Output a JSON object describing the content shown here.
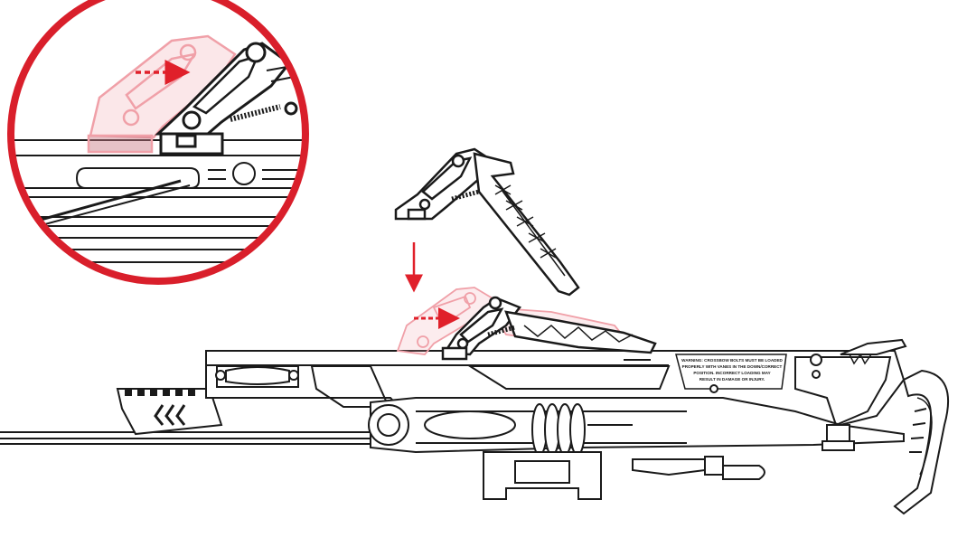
{
  "diagram": {
    "warning_label": {
      "lines": [
        "WARNING: CROSSBOW BOLTS MUST BE LOADED",
        "PROPERLY WITH VANES IN THE DOWN/CORRECT",
        "POSITION. INCORRECT LOADING MAY",
        "RESULT IN DAMAGE OR INJURY."
      ]
    },
    "colors": {
      "accent_red": "#e0202a",
      "ghost_red": "#f0a0a8",
      "line": "#1a1a1a"
    },
    "icons": [
      "detail-magnifier-circle",
      "down-arrow",
      "slide-right-arrow",
      "cocking-lever",
      "crossbow"
    ]
  }
}
